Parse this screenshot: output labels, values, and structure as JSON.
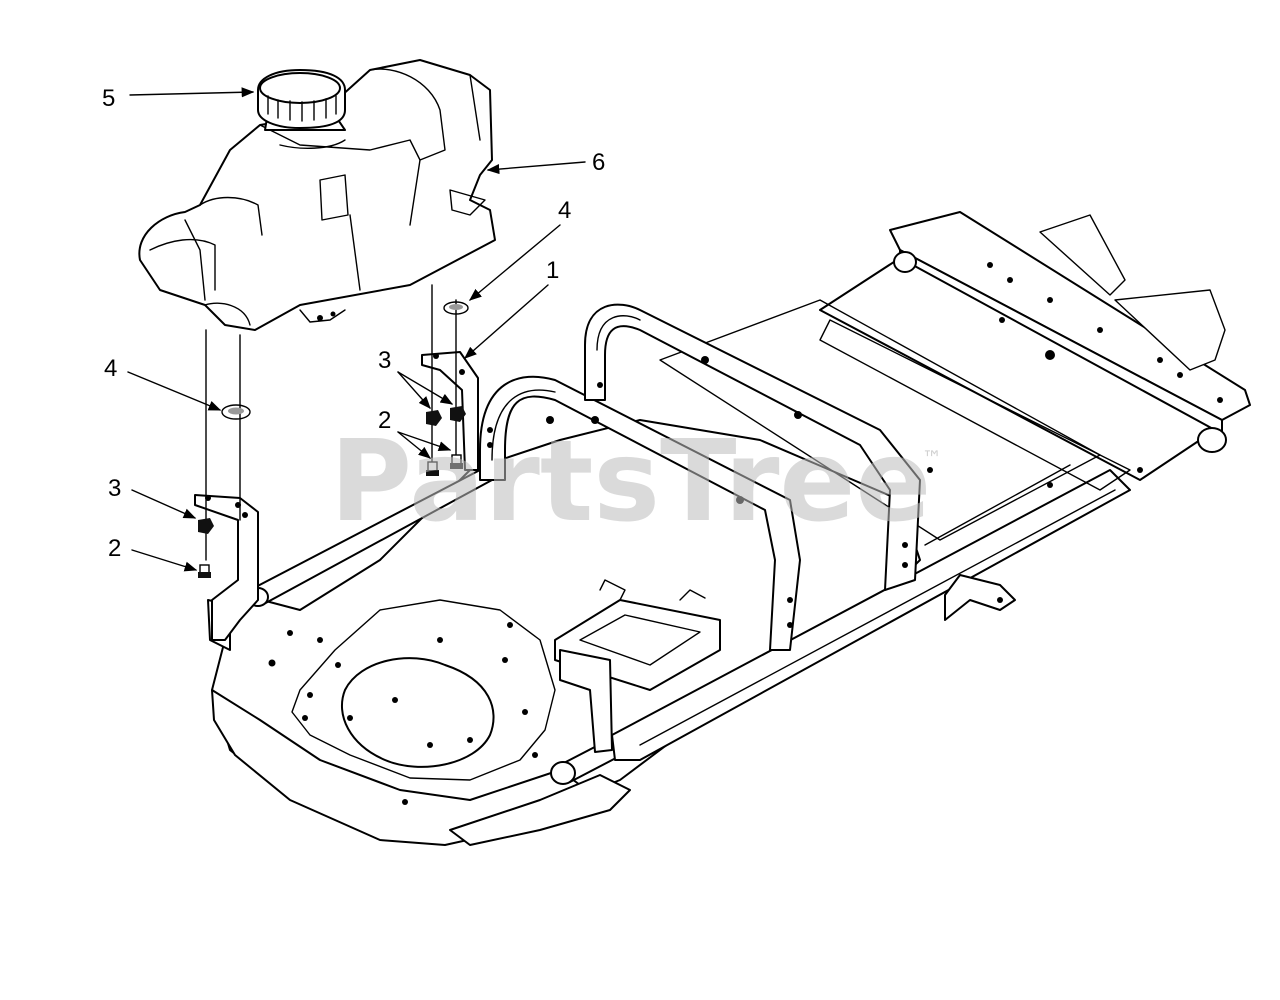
{
  "callouts": [
    {
      "id": "c1",
      "label": "1"
    },
    {
      "id": "c2a",
      "label": "2"
    },
    {
      "id": "c2b",
      "label": "2"
    },
    {
      "id": "c3a",
      "label": "3"
    },
    {
      "id": "c3b",
      "label": "3"
    },
    {
      "id": "c4a",
      "label": "4"
    },
    {
      "id": "c4b",
      "label": "4"
    },
    {
      "id": "c5",
      "label": "5"
    },
    {
      "id": "c6",
      "label": "6"
    }
  ],
  "watermark": {
    "text": "PartsTree",
    "trademark": "™"
  }
}
